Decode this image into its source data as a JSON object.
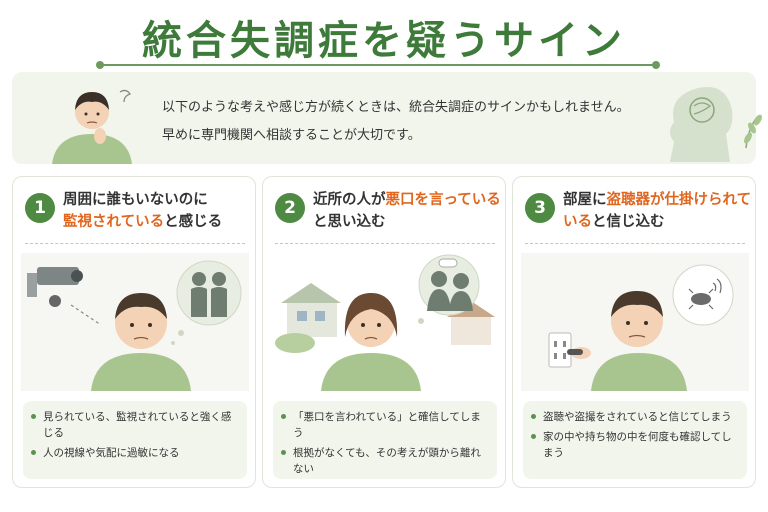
{
  "title": "統合失調症を疑うサイン",
  "intro": {
    "line1": "以下のような考えや感じ方が続くときは、統合失調症のサインかもしれません。",
    "line2": "早めに専門機関へ相談することが大切です。"
  },
  "cards": [
    {
      "number": "1",
      "title_line1": "周囲に誰もいないのに",
      "title_hl": "監視されている",
      "title_rest": "と感じる",
      "points": [
        "見られている、監視されていると強く感じる",
        "人の視線や気配に過敏になる"
      ]
    },
    {
      "number": "2",
      "title_line1_a": "近所の人が",
      "title_hl": "悪口を言っている",
      "title_rest": "と思い込む",
      "points": [
        "「悪口を言われている」と確信してしまう",
        "根拠がなくても、その考えが頭から離れない"
      ]
    },
    {
      "number": "3",
      "title_line1_a": "部屋に",
      "title_hl": "盗聴器が仕掛けられている",
      "title_rest": "と信じ込む",
      "points": [
        "盗聴や盗撮をされていると信じてしまう",
        "家の中や持ち物の中を何度も確認してしまう"
      ]
    }
  ],
  "colors": {
    "accent": "#4f8a43",
    "highlight": "#e0661f",
    "panel": "#f1f5ec"
  }
}
